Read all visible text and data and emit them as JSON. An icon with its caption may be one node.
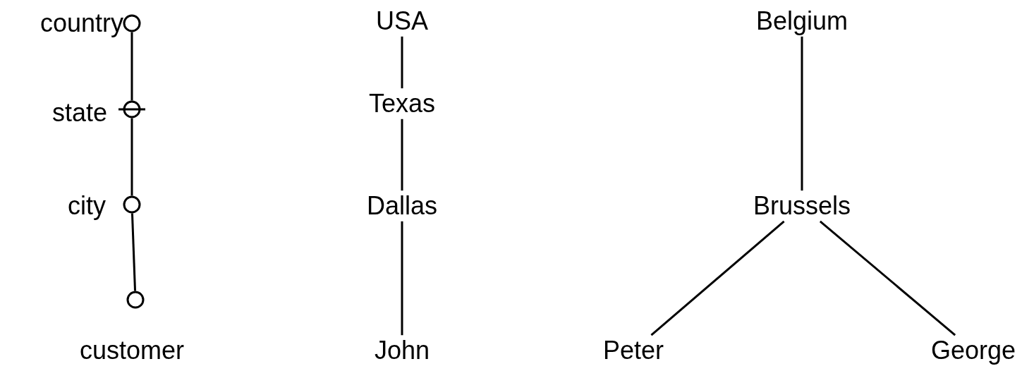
{
  "diagram": {
    "nodes": [
      {
        "text": [],
        "shape": "circle",
        "beside": [
          "country"
        ]
      },
      {
        "text": [],
        "shape": "circle",
        "beside": [
          "state"
        ]
      },
      {
        "text": [],
        "shape": "circle",
        "beside": [
          "city"
        ]
      },
      {
        "text": [],
        "shape": "circle",
        "beside": [
          "customer"
        ]
      },
      {
        "text": [
          "USA"
        ]
      },
      {
        "text": [
          "Texas"
        ]
      },
      {
        "text": [
          "Dallas"
        ]
      },
      {
        "text": [
          "John"
        ]
      },
      {
        "text": [
          "Belgium"
        ]
      },
      {
        "text": [
          "Brussels"
        ]
      },
      {
        "text": [
          "Peter"
        ]
      },
      {
        "text": [
          "George"
        ]
      }
    ],
    "edges": [
      {
        "from": 0,
        "to": 1,
        "arrow": "none"
      },
      {
        "from": 1,
        "to": 2,
        "arrow": "none"
      },
      {
        "from": 2,
        "to": 3,
        "arrow": "none"
      },
      {
        "from": 4,
        "to": 5,
        "arrow": "none"
      },
      {
        "from": 5,
        "to": 6,
        "arrow": "none"
      },
      {
        "from": 6,
        "to": 7,
        "arrow": "none"
      },
      {
        "from": 8,
        "to": 9,
        "arrow": "none"
      },
      {
        "from": 9,
        "to": 10,
        "arrow": "none"
      },
      {
        "from": 9,
        "to": 11,
        "arrow": "none"
      }
    ]
  }
}
